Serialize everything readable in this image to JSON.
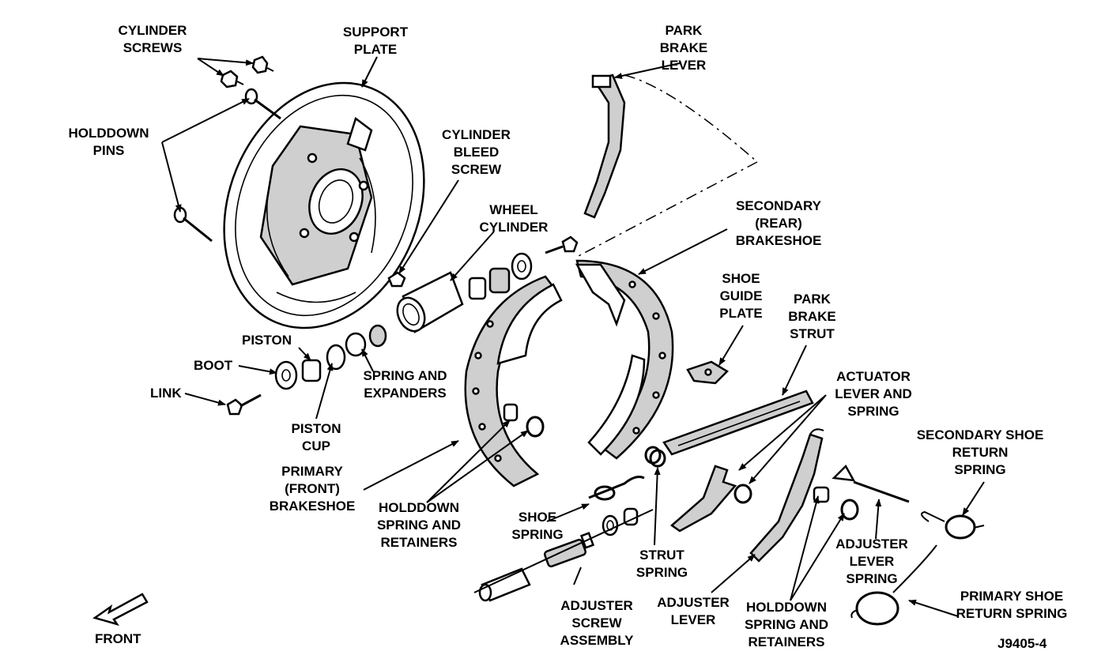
{
  "labels": {
    "cylinder_screws": [
      "CYLINDER",
      "SCREWS"
    ],
    "support_plate": [
      "SUPPORT",
      "PLATE"
    ],
    "park_brake_lever": [
      "PARK",
      "BRAKE",
      "LEVER"
    ],
    "holddown_pins": [
      "HOLDDOWN",
      "PINS"
    ],
    "cylinder_bleed_screw": [
      "CYLINDER",
      "BLEED",
      "SCREW"
    ],
    "wheel_cylinder": [
      "WHEEL",
      "CYLINDER"
    ],
    "secondary_brakeshoe": [
      "SECONDARY",
      "(REAR)",
      "BRAKESHOE"
    ],
    "shoe_guide_plate": [
      "SHOE",
      "GUIDE",
      "PLATE"
    ],
    "park_brake_strut": [
      "PARK",
      "BRAKE",
      "STRUT"
    ],
    "piston": [
      "PISTON"
    ],
    "boot": [
      "BOOT"
    ],
    "link": [
      "LINK"
    ],
    "spring_and_expanders": [
      "SPRING AND",
      "EXPANDERS"
    ],
    "piston_cup": [
      "PISTON",
      "CUP"
    ],
    "actuator_lever_and_spring": [
      "ACTUATOR",
      "LEVER AND",
      "SPRING"
    ],
    "secondary_shoe_return_spring": [
      "SECONDARY SHOE",
      "RETURN",
      "SPRING"
    ],
    "primary_brakeshoe": [
      "PRIMARY",
      "(FRONT)",
      "BRAKESHOE"
    ],
    "holddown_spring_retainers_1": [
      "HOLDDOWN",
      "SPRING AND",
      "RETAINERS"
    ],
    "shoe_spring": [
      "SHOE",
      "SPRING"
    ],
    "strut_spring": [
      "STRUT",
      "SPRING"
    ],
    "adjuster_lever_spring": [
      "ADJUSTER",
      "LEVER",
      "SPRING"
    ],
    "primary_shoe_return_spring": [
      "PRIMARY SHOE",
      "RETURN SPRING"
    ],
    "adjuster_screw_assembly": [
      "ADJUSTER",
      "SCREW",
      "ASSEMBLY"
    ],
    "adjuster_lever": [
      "ADJUSTER",
      "LEVER"
    ],
    "holddown_spring_retainers_2": [
      "HOLDDOWN",
      "SPRING AND",
      "RETAINERS"
    ],
    "front": [
      "FRONT"
    ],
    "figure_code": [
      "J9405-4"
    ]
  }
}
